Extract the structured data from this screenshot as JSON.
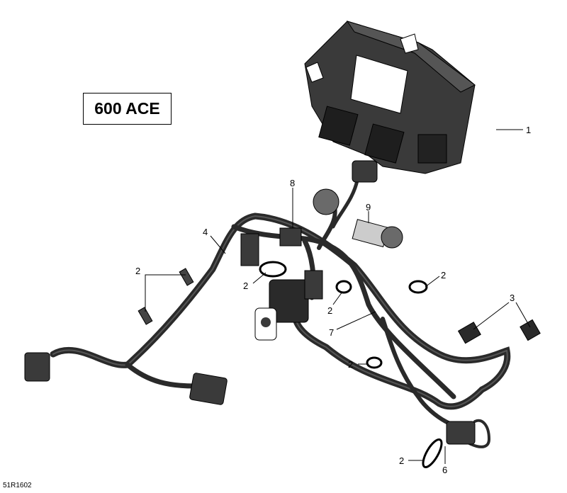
{
  "model_label": "600 ACE",
  "reference_code": "51R1602",
  "callouts": [
    "1",
    "2",
    "2",
    "2",
    "2",
    "2",
    "2",
    "3",
    "4",
    "6",
    "7",
    "8",
    "9"
  ],
  "colors": {
    "part_fill": "#3a3a3a",
    "part_dark": "#1e1e1e",
    "harness": "#2a2a2a",
    "line": "#000000"
  }
}
